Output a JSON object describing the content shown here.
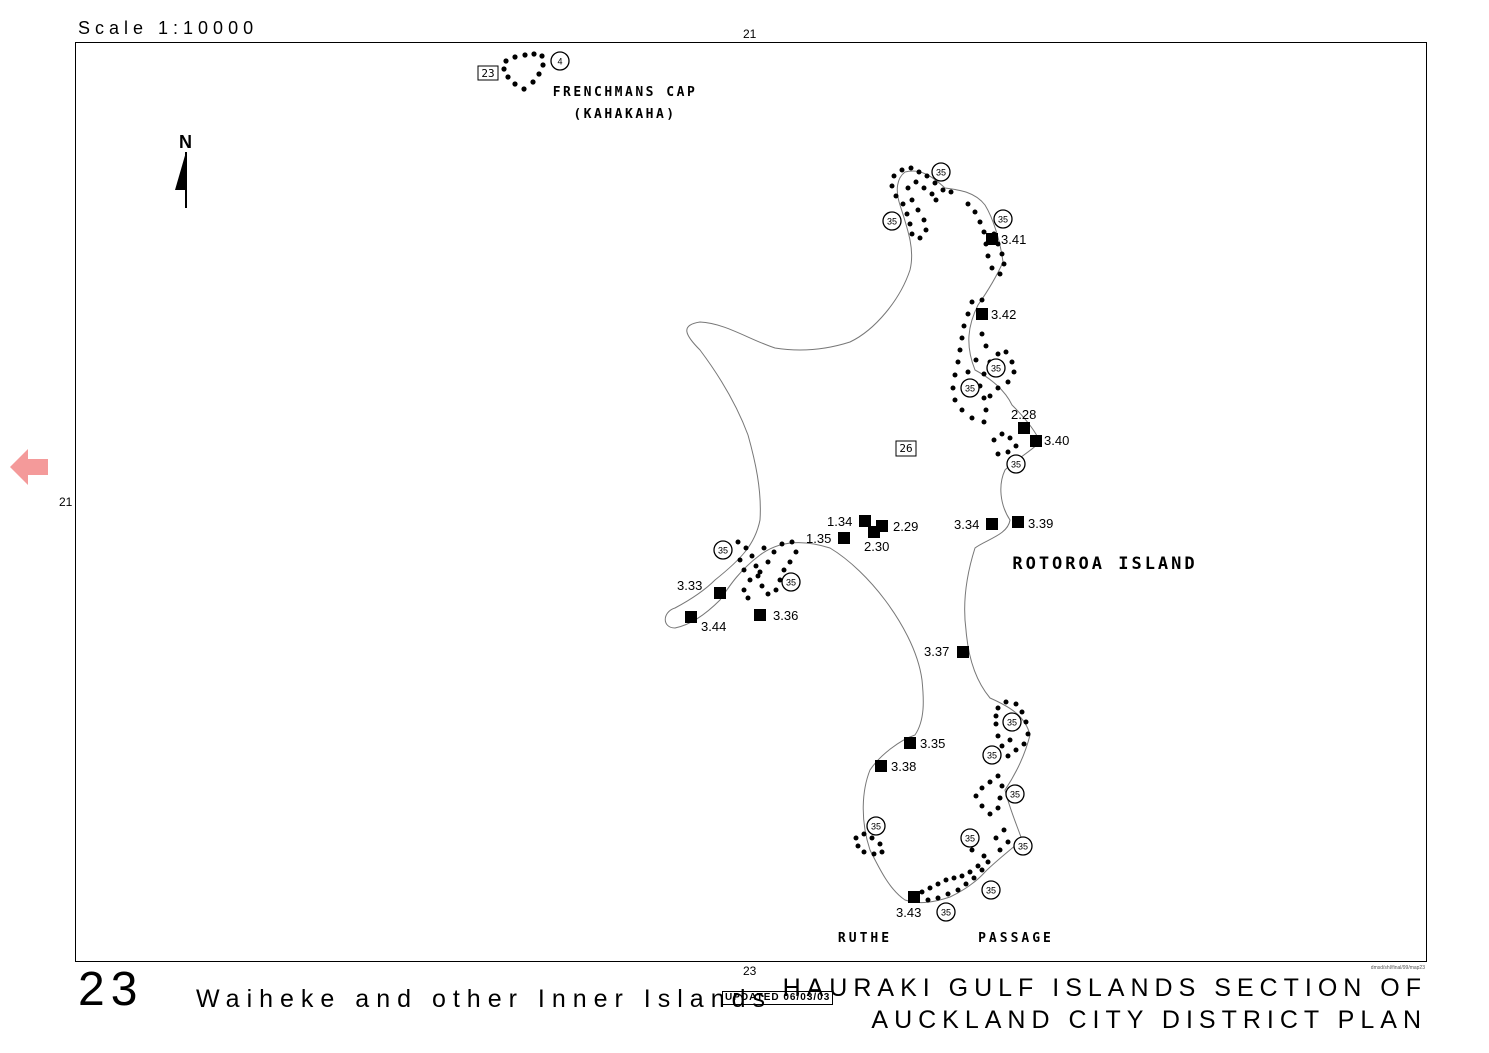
{
  "map": {
    "scale_text": "Scale  1:10000",
    "grid_refs": {
      "top": "21",
      "left": "21",
      "bottom": "23"
    },
    "north_label": "N",
    "place_labels": {
      "frenchmans_line1": "FRENCHMANS CAP",
      "frenchmans_line2": "(KAHAKAHA)",
      "rotoroa": "ROTOROA  ISLAND",
      "ruthe": "RUTHE",
      "passage": "PASSAGE"
    },
    "map_refs": {
      "frenchmans": "23",
      "rotoroa": "26"
    },
    "zone_label_small": "4",
    "zone_label": "35",
    "sites": [
      "1.34",
      "1.35",
      "2.28",
      "2.29",
      "2.30",
      "3.33",
      "3.34",
      "3.35",
      "3.36",
      "3.37",
      "3.38",
      "3.39",
      "3.40",
      "3.41",
      "3.42",
      "3.43",
      "3.44"
    ],
    "tiny_path": "dmsd/shl/final/99/map23"
  },
  "footer": {
    "sheet_number": "23",
    "sheet_title": "Waiheke  and  other  Inner  Islands",
    "updated": "UPDATED 06/03/03",
    "plan_title_line1": "HAURAKI GULF ISLANDS SECTION OF",
    "plan_title_line2": "AUCKLAND CITY DISTRICT PLAN"
  },
  "nav": {
    "icon": "left-arrow-icon",
    "color": "#f49a9a"
  }
}
